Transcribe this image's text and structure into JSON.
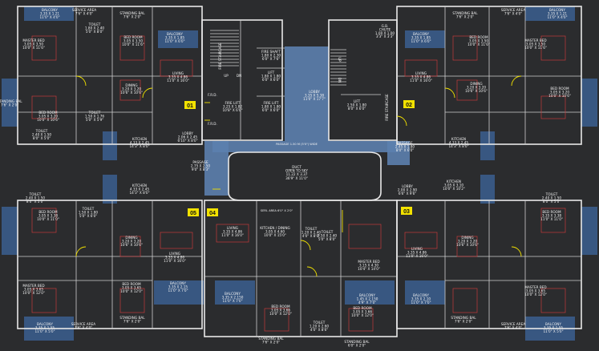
{
  "title": "",
  "wings": [
    {
      "id": "01",
      "label": "01"
    },
    {
      "id": "02",
      "label": "02"
    },
    {
      "id": "03",
      "label": "03"
    },
    {
      "id": "04",
      "label": "04"
    },
    {
      "id": "05",
      "label": "05"
    }
  ],
  "core": {
    "fire_stair": "FIRE STAIRCASE",
    "up": "UP",
    "dn": "DN",
    "frd": "F.R.D.",
    "fire_shaft": "FIRE SHAFT\n1.80 X 2.30\n6'0\" X 7'6\"",
    "lift": "LIFT\n1.80 X 1.80\n6'0\" X 6'0\"",
    "fire_lift": "FIRE LIFT\n3.25 X 1.82\n10'8\" X 6'0\"",
    "fire_lift2": "FIRE LIFT\n1.80 X 1.80\n6'0\" X 6'0\"",
    "lobby": "LOBBY\n3.35 X 5.38\n11'0\" X 17'7\"",
    "lift_b": "LIFT\n2.50 X 1.80\n8'0\" X 6'0\"",
    "gb_chute": "G.B.\nCHUTE\n1.00 X 1.00\n3'3\" X 3'3\"",
    "passage": "PASSAGE 1.50 M (5'0\") WIDE",
    "duct": "DUCT\nOPEN TO SKY\n11.22 X 3.37\n36'9\" X 11'0\"",
    "seri_area": "SERI. AREA 6'0\" X 2'0\""
  },
  "rooms": [
    {
      "key": "tl_bal",
      "text": "BALCONY\n3.35 X 1.21\n11'0\" X 4'0\""
    },
    {
      "key": "tl_serv",
      "text": "SERVICE AREA\n7'6\" X 4'0\""
    },
    {
      "key": "tl_standing",
      "text": "STANDING BAL\n7'6\" X 2'0\""
    },
    {
      "key": "tl_toilet",
      "text": "TOILET\n1.80 X 2.40\n5'0\" X 8'0\""
    },
    {
      "key": "tl_master",
      "text": "MASTER BED\n3.05 X 3.50\n10'0\" X 11'6\""
    },
    {
      "key": "tl_bed",
      "text": "BED ROOM\n3.05 X 3.50\n10'0\" X 11'6\""
    },
    {
      "key": "tl_balc2",
      "text": "BALCONY\n3.35 X 1.85\n11'0\" X 6'0\""
    },
    {
      "key": "tl_living",
      "text": "LIVING\n3.35 X 4.86\n11'0\" X 16'0\""
    },
    {
      "key": "tl_dining",
      "text": "DINING\n3.20 X 3.20\n10'6\" X 10'6\""
    },
    {
      "key": "tl_bed2",
      "text": "BED ROOM\n3.05 X 3.20\n10'0\" X 10'6\""
    },
    {
      "key": "tl_toilet2",
      "text": "TOILET\n1.50 X 1.76\n5'0\" X 5'9\""
    },
    {
      "key": "tl_toilet3",
      "text": "TOILET\n2.40 X 1.50\n8'0\" X 5'0\""
    },
    {
      "key": "tl_kitchen",
      "text": "KITCHEN\n4.33 X 2.45\n14'3\" X 8'0\""
    },
    {
      "key": "tl_lobby",
      "text": "LOBBY\n2.06 X 2.45\n6'10\" X 8'0\""
    },
    {
      "key": "tl_passage",
      "text": "PASSAGE\n2.75 X 2.50\n9'0\" X 8'3\""
    },
    {
      "key": "tl_standing_side",
      "text": "STANDING BAL\n7'6\" X 2'0\""
    },
    {
      "key": "tr_bal",
      "text": "BALCONY\n3.35 X 1.21\n11'0\" X 4'0\""
    },
    {
      "key": "tr_serv",
      "text": "SERVICE AREA\n7'6\" X 4'0\""
    },
    {
      "key": "tr_standing",
      "text": "STANDING BAL\n7'6\" X 2'0\""
    },
    {
      "key": "tr_master",
      "text": "MASTER BED\n3.05 X 3.50\n10'0\" X 11'6\""
    },
    {
      "key": "tr_bed",
      "text": "BED ROOM\n3.05 X 3.50\n10'0\" X 11'6\""
    },
    {
      "key": "tr_balc2",
      "text": "BALCONY\n3.35 X 1.85\n11'0\" X 6'0\""
    },
    {
      "key": "tr_living",
      "text": "LIVING\n3.35 X 4.86\n11'0\" X 16'0\""
    },
    {
      "key": "tr_dining",
      "text": "DINING\n3.20 X 3.20\n10'6\" X 10'6\""
    },
    {
      "key": "tr_bed2",
      "text": "BED ROOM\n3.05 X 3.20\n10'0\" X 10'6\""
    },
    {
      "key": "tr_kitchen",
      "text": "KITCHEN\n4.33 X 2.45\n14'3\" X 8'0\""
    },
    {
      "key": "tr_passage",
      "text": "PASSAGE\n2.45 X 1.80\n8'0\" X 6'0\""
    },
    {
      "key": "bl_kitchen",
      "text": "KITCHEN\n4.33 X 2.45\n14'3\" X 8'0\""
    },
    {
      "key": "bl_toilet",
      "text": "TOILET\n2.40 X 1.50\n8'0\" X 5'0\""
    },
    {
      "key": "bl_bed",
      "text": "BED ROOM\n3.05 X 3.38\n10'0\" X 11'0\""
    },
    {
      "key": "bl_toilet2",
      "text": "TOILET\n1.50 X 1.80\n5'0\" X 6'0\""
    },
    {
      "key": "bl_dining",
      "text": "DINING\n3.20 X 3.20\n10'6\" X 10'6\""
    },
    {
      "key": "bl_living",
      "text": "LIVING\n3.35 X 4.86\n11'0\" X 16'0\""
    },
    {
      "key": "bl_master",
      "text": "MASTER BED\n3.05 X 3.65\n10'0\" X 12'0\""
    },
    {
      "key": "bl_bedroom2",
      "text": "BED ROOM\n3.05 X 3.65\n10'0\" X 12'0\""
    },
    {
      "key": "bl_balc",
      "text": "BALCONY\n3.35 X 2.15\n11'0\" X 7'0\""
    },
    {
      "key": "bl_bal_bottom",
      "text": "BALCONY\n3.35 X 1.55\n11'0\" X 5'0\""
    },
    {
      "key": "bl_serv",
      "text": "SERVICE AREA\n7'6\" X 4'0\""
    },
    {
      "key": "bl_standing",
      "text": "STANDING BAL\n7'6\" X 2'0\""
    },
    {
      "key": "bc_living",
      "text": "LIVING\n3.35 X 4.86\n11'0\" X 16'0\""
    },
    {
      "key": "bc_kitchen",
      "text": "KITCHEN / DINING\n3.05 X 4.60\n10'0\" X 15'0\""
    },
    {
      "key": "bc_toilet",
      "text": "TOILET\n1.20 X 2.40\n4'0\" X 8'0\""
    },
    {
      "key": "bc_toilet2",
      "text": "TOILET\n1.50 X 2.40\n5'0\" X 8'0\""
    },
    {
      "key": "bc_master",
      "text": "MASTER BED\n3.15 X 4.30\n10'4\" X 14'0\""
    },
    {
      "key": "bc_balcony",
      "text": "BALCONY\n3.35 X 2.150\n11'0\" X 7'0\""
    },
    {
      "key": "bc_balcony2",
      "text": "BALCONY\n1.45 X 2.150\n4'9\" X 7'0\""
    },
    {
      "key": "bc_bed",
      "text": "BED ROOM\n3.05 X 3.66\n10'0\" X 12'0\""
    },
    {
      "key": "bc_bed2",
      "text": "BED ROOM\n3.05 X 3.66\n10'0\" X 12'0\""
    },
    {
      "key": "bc_toilet3",
      "text": "TOILET\n1.20 X 2.60\n4'0\" X 8'6\""
    },
    {
      "key": "bc_standing",
      "text": "STANDING BAL\n7'6\" X 2'0\""
    },
    {
      "key": "bc_standing2",
      "text": "STANDING BAL\n6'0\" X 2'0\""
    },
    {
      "key": "br_kitchen",
      "text": "KITCHEN\n3.05 X 3.10\n10'0\" X 10'2\""
    },
    {
      "key": "br_toilet",
      "text": "TOILET\n2.40 X 1.50\n8'0\" X 5'0\""
    },
    {
      "key": "br_bed",
      "text": "BED ROOM\n3.35 X 3.38\n11'0\" X 11'0\""
    },
    {
      "key": "br_dining",
      "text": "DINING\n3.20 X 3.20\n10'6\" X 10'6\""
    },
    {
      "key": "br_living",
      "text": "LIVING\n3.35 X 4.86\n11'0\" X 16'0\""
    },
    {
      "key": "br_master",
      "text": "MASTER BED\n3.05 X 3.65\n10'0\" X 12'0\""
    },
    {
      "key": "br_balc",
      "text": "BALCONY\n3.35 X 2.10\n11'0\" X 7'0\""
    },
    {
      "key": "br_balc2",
      "text": "BALCONY\n3.35 X 1.55\n11'0\" X 5'0\""
    },
    {
      "key": "br_serv",
      "text": "SERVICE AREA\n7'6\" X 4'0\""
    },
    {
      "key": "br_standing",
      "text": "STANDING BAL\n7'6\" X 2'0\""
    },
    {
      "key": "br_lobby",
      "text": "LOBBY\n2.00 X 2.90\n6'6\" X 9'6\""
    }
  ]
}
